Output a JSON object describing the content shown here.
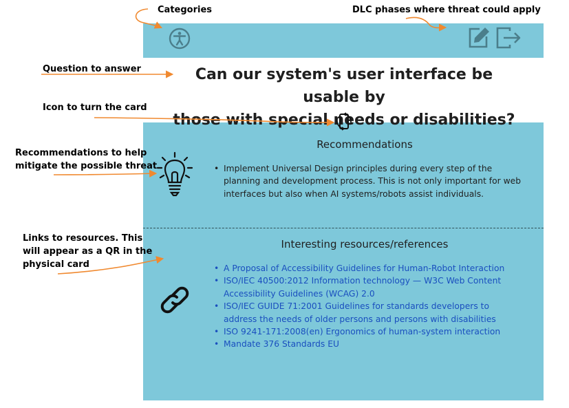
{
  "annotations": {
    "categories": "Categories",
    "dlc_phases": "DLC phases where threat could apply",
    "question_to_answer": "Question to answer",
    "turn_card": "Icon to turn the card",
    "recommendations_line1": "Recommendations to help",
    "recommendations_line2": "mitigate the possible threat",
    "links_line1": "Links to resources. This",
    "links_line2": "will appear as a QR in the",
    "links_line3": "physical card"
  },
  "card": {
    "question_line1": "Can our system's user interface be usable by",
    "question_line2": "those with special needs or disabilities?",
    "recommendations_title": "Recommendations",
    "recommendations": [
      "Implement Universal Design principles during every step of the planning and development process. This is not only important for web interfaces but also when AI systems/robots assist individuals."
    ],
    "resources_title": "Interesting resources/references",
    "resources": [
      "A Proposal of Accessibility Guidelines for Human-Robot Interaction",
      "ISO/IEC 40500:2012 Information technology — W3C Web Content Accessibility Guidelines (WCAG) 2.0",
      "ISO/IEC GUIDE 71:2001 Guidelines for standards developers to address the needs of older persons and persons with disabilities",
      "ISO 9241-171:2008(en) Ergonomics of human-system interaction",
      "Mandate 376 Standards EU"
    ]
  },
  "icons": {
    "category": "accessibility-icon",
    "phase_1": "edit-icon",
    "phase_2": "deploy-exit-icon",
    "turn": "flip-card-icon",
    "recommendations": "lightbulb-icon",
    "resources": "link-icon"
  },
  "colors": {
    "card": "#7ec8da",
    "arrow": "#f0892f",
    "link": "#1a4fbf"
  }
}
